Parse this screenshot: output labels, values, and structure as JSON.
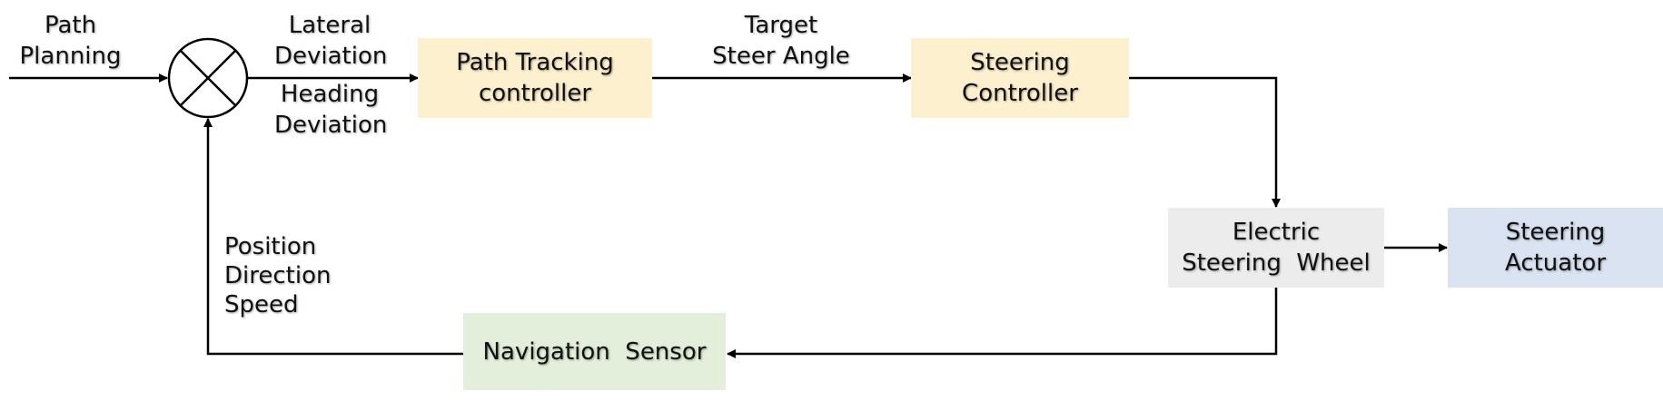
{
  "inputs": {
    "path_planning": [
      "Path",
      "Planning"
    ]
  },
  "signals": {
    "lateral_deviation": [
      "Lateral",
      "Deviation"
    ],
    "heading_deviation": [
      "Heading",
      "Deviation"
    ],
    "target_steer_angle": [
      "Target",
      "Steer Angle"
    ],
    "feedback": [
      "Position",
      "Direction",
      "Speed"
    ]
  },
  "blocks": {
    "path_tracking": [
      "Path Tracking",
      "controller"
    ],
    "steering_controller": [
      "Steering",
      "Controller"
    ],
    "electric_steering_wheel": [
      "Electric",
      "Steering  Wheel"
    ],
    "steering_actuator": [
      "Steering",
      "Actuator"
    ],
    "navigation_sensor": [
      "Navigation  Sensor"
    ]
  },
  "colors": {
    "path_tracking_fill": "#fdf0cf",
    "steering_controller_fill": "#fdf0cf",
    "electric_steering_wheel_fill": "#ececec",
    "steering_actuator_fill": "#d9e3f2",
    "navigation_sensor_fill": "#e3efda",
    "line": "#000000"
  }
}
